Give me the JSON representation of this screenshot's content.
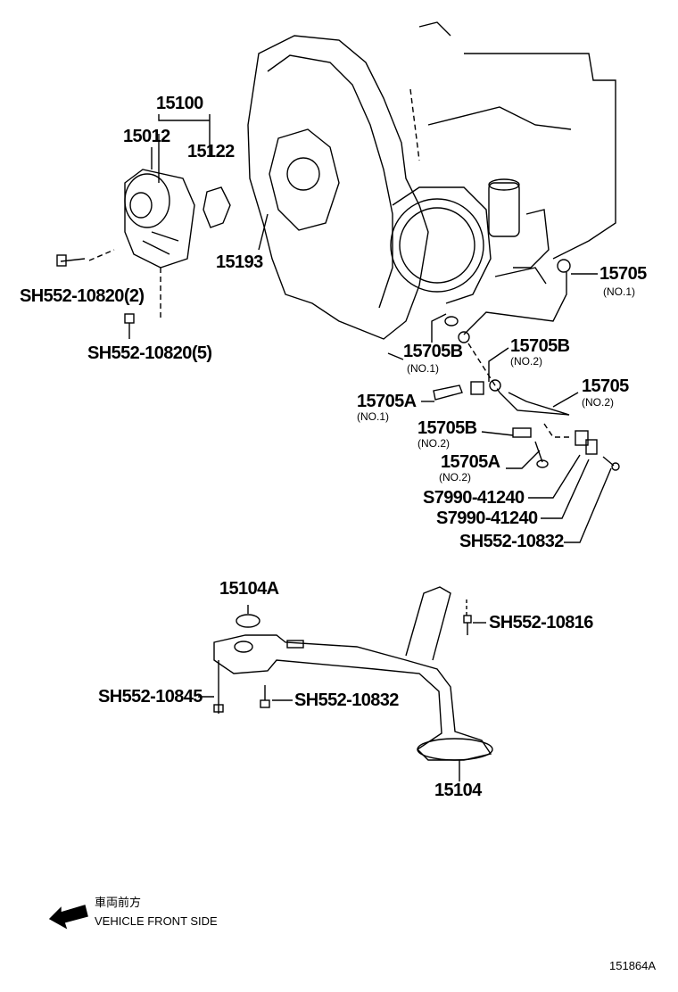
{
  "diagram_id": "151864A",
  "direction_note": {
    "jp": "車両前方",
    "en": "VEHICLE FRONT SIDE"
  },
  "callouts": {
    "p15100": "15100",
    "p15012": "15012",
    "p15122": "15122",
    "p15193": "15193",
    "sh10820_2": "SH552-10820(2)",
    "sh10820_5": "SH552-10820(5)",
    "p15705_no1": "15705",
    "p15705_no1_sub": "(NO.1)",
    "p15705b_no1": "15705B",
    "p15705b_no1_sub": "(NO.1)",
    "p15705b_no2a": "15705B",
    "p15705b_no2a_sub": "(NO.2)",
    "p15705a_no1": "15705A",
    "p15705a_no1_sub": "(NO.1)",
    "p15705_no2": "15705",
    "p15705_no2_sub": "(NO.2)",
    "p15705b_no2b": "15705B",
    "p15705b_no2b_sub": "(NO.2)",
    "p15705a_no2": "15705A",
    "p15705a_no2_sub": "(NO.2)",
    "s7990_a": "S7990-41240",
    "s7990_b": "S7990-41240",
    "sh10832_a": "SH552-10832",
    "p15104a": "15104A",
    "sh10816": "SH552-10816",
    "sh10845": "SH552-10845",
    "sh10832_b": "SH552-10832",
    "p15104": "15104"
  }
}
